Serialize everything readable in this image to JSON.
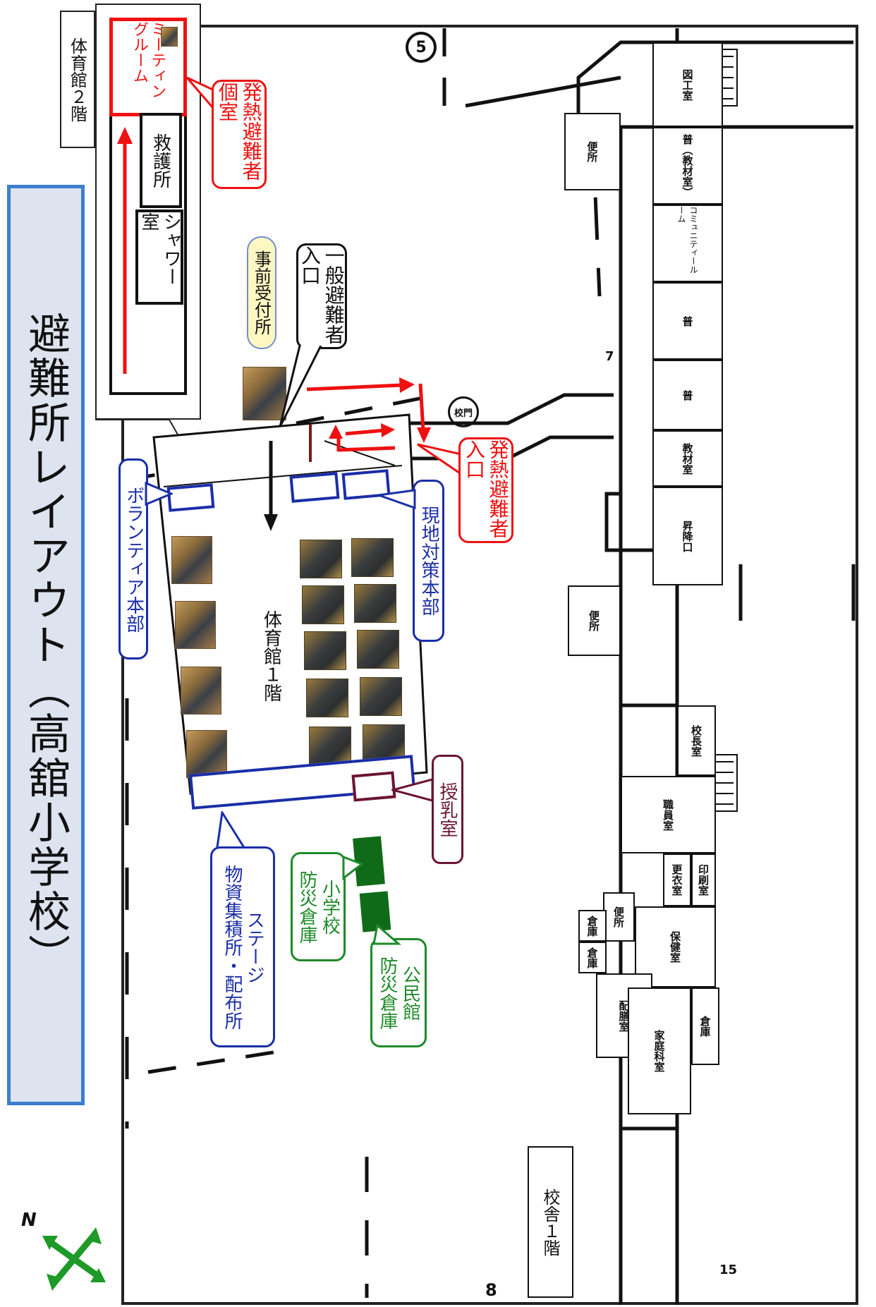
{
  "title": "避難所レイアウト（高舘小学校）",
  "north_label": "N",
  "gym_floor2": {
    "label": "体育館２階",
    "meeting_room": "ミーティングルーム",
    "aid_station": "救護所",
    "shower_room": "シャワー室"
  },
  "gym_floor1_label": "体育館１階",
  "school_floor1_label": "校舎１階",
  "callouts": {
    "fever_private_room": "発熱避難者個室",
    "pre_reception": "事前受付所",
    "general_entrance": "一般避難者入口",
    "fever_entrance": "発熱避難者入口",
    "volunteer_hq": "ボランティア本部",
    "onsite_hq": "現地対策本部",
    "nursing_room": "授乳室",
    "stage": "ステージ",
    "stage_sub": "物資集積所・配布所",
    "school_storage_1": "小学校",
    "school_storage_2": "防災倉庫",
    "community_storage_1": "公民館",
    "community_storage_2": "防災倉庫"
  },
  "rooms": {
    "arts": "図工室",
    "teaching_materials_1": "普（教材室）",
    "community_room": "コミュニティールーム",
    "regular_1": "普",
    "regular_2": "普",
    "teaching_materials_2": "教材室",
    "stair": "昇降口",
    "toilet_1": "便所",
    "toilet_2": "便所",
    "toilet_3": "便所",
    "principal": "校長室",
    "staff": "職員室",
    "changing": "更衣室",
    "printing": "印刷室",
    "health": "保健室",
    "storage_1": "倉庫",
    "storage_2": "倉庫",
    "storage_3": "倉庫",
    "meal_prep": "配膳室",
    "home_ec": "家庭科室"
  },
  "plan_marks": {
    "circle_5": "5",
    "circle_gate": "校門",
    "mark_7": "7",
    "mark_8": "8",
    "mark_15": "15"
  },
  "colors": {
    "accent_blue": "#1a2ea8",
    "fever_red": "#e11111",
    "storage_green": "#0f6b17",
    "maroon": "#6b1530",
    "title_border": "#3b7fd0"
  }
}
